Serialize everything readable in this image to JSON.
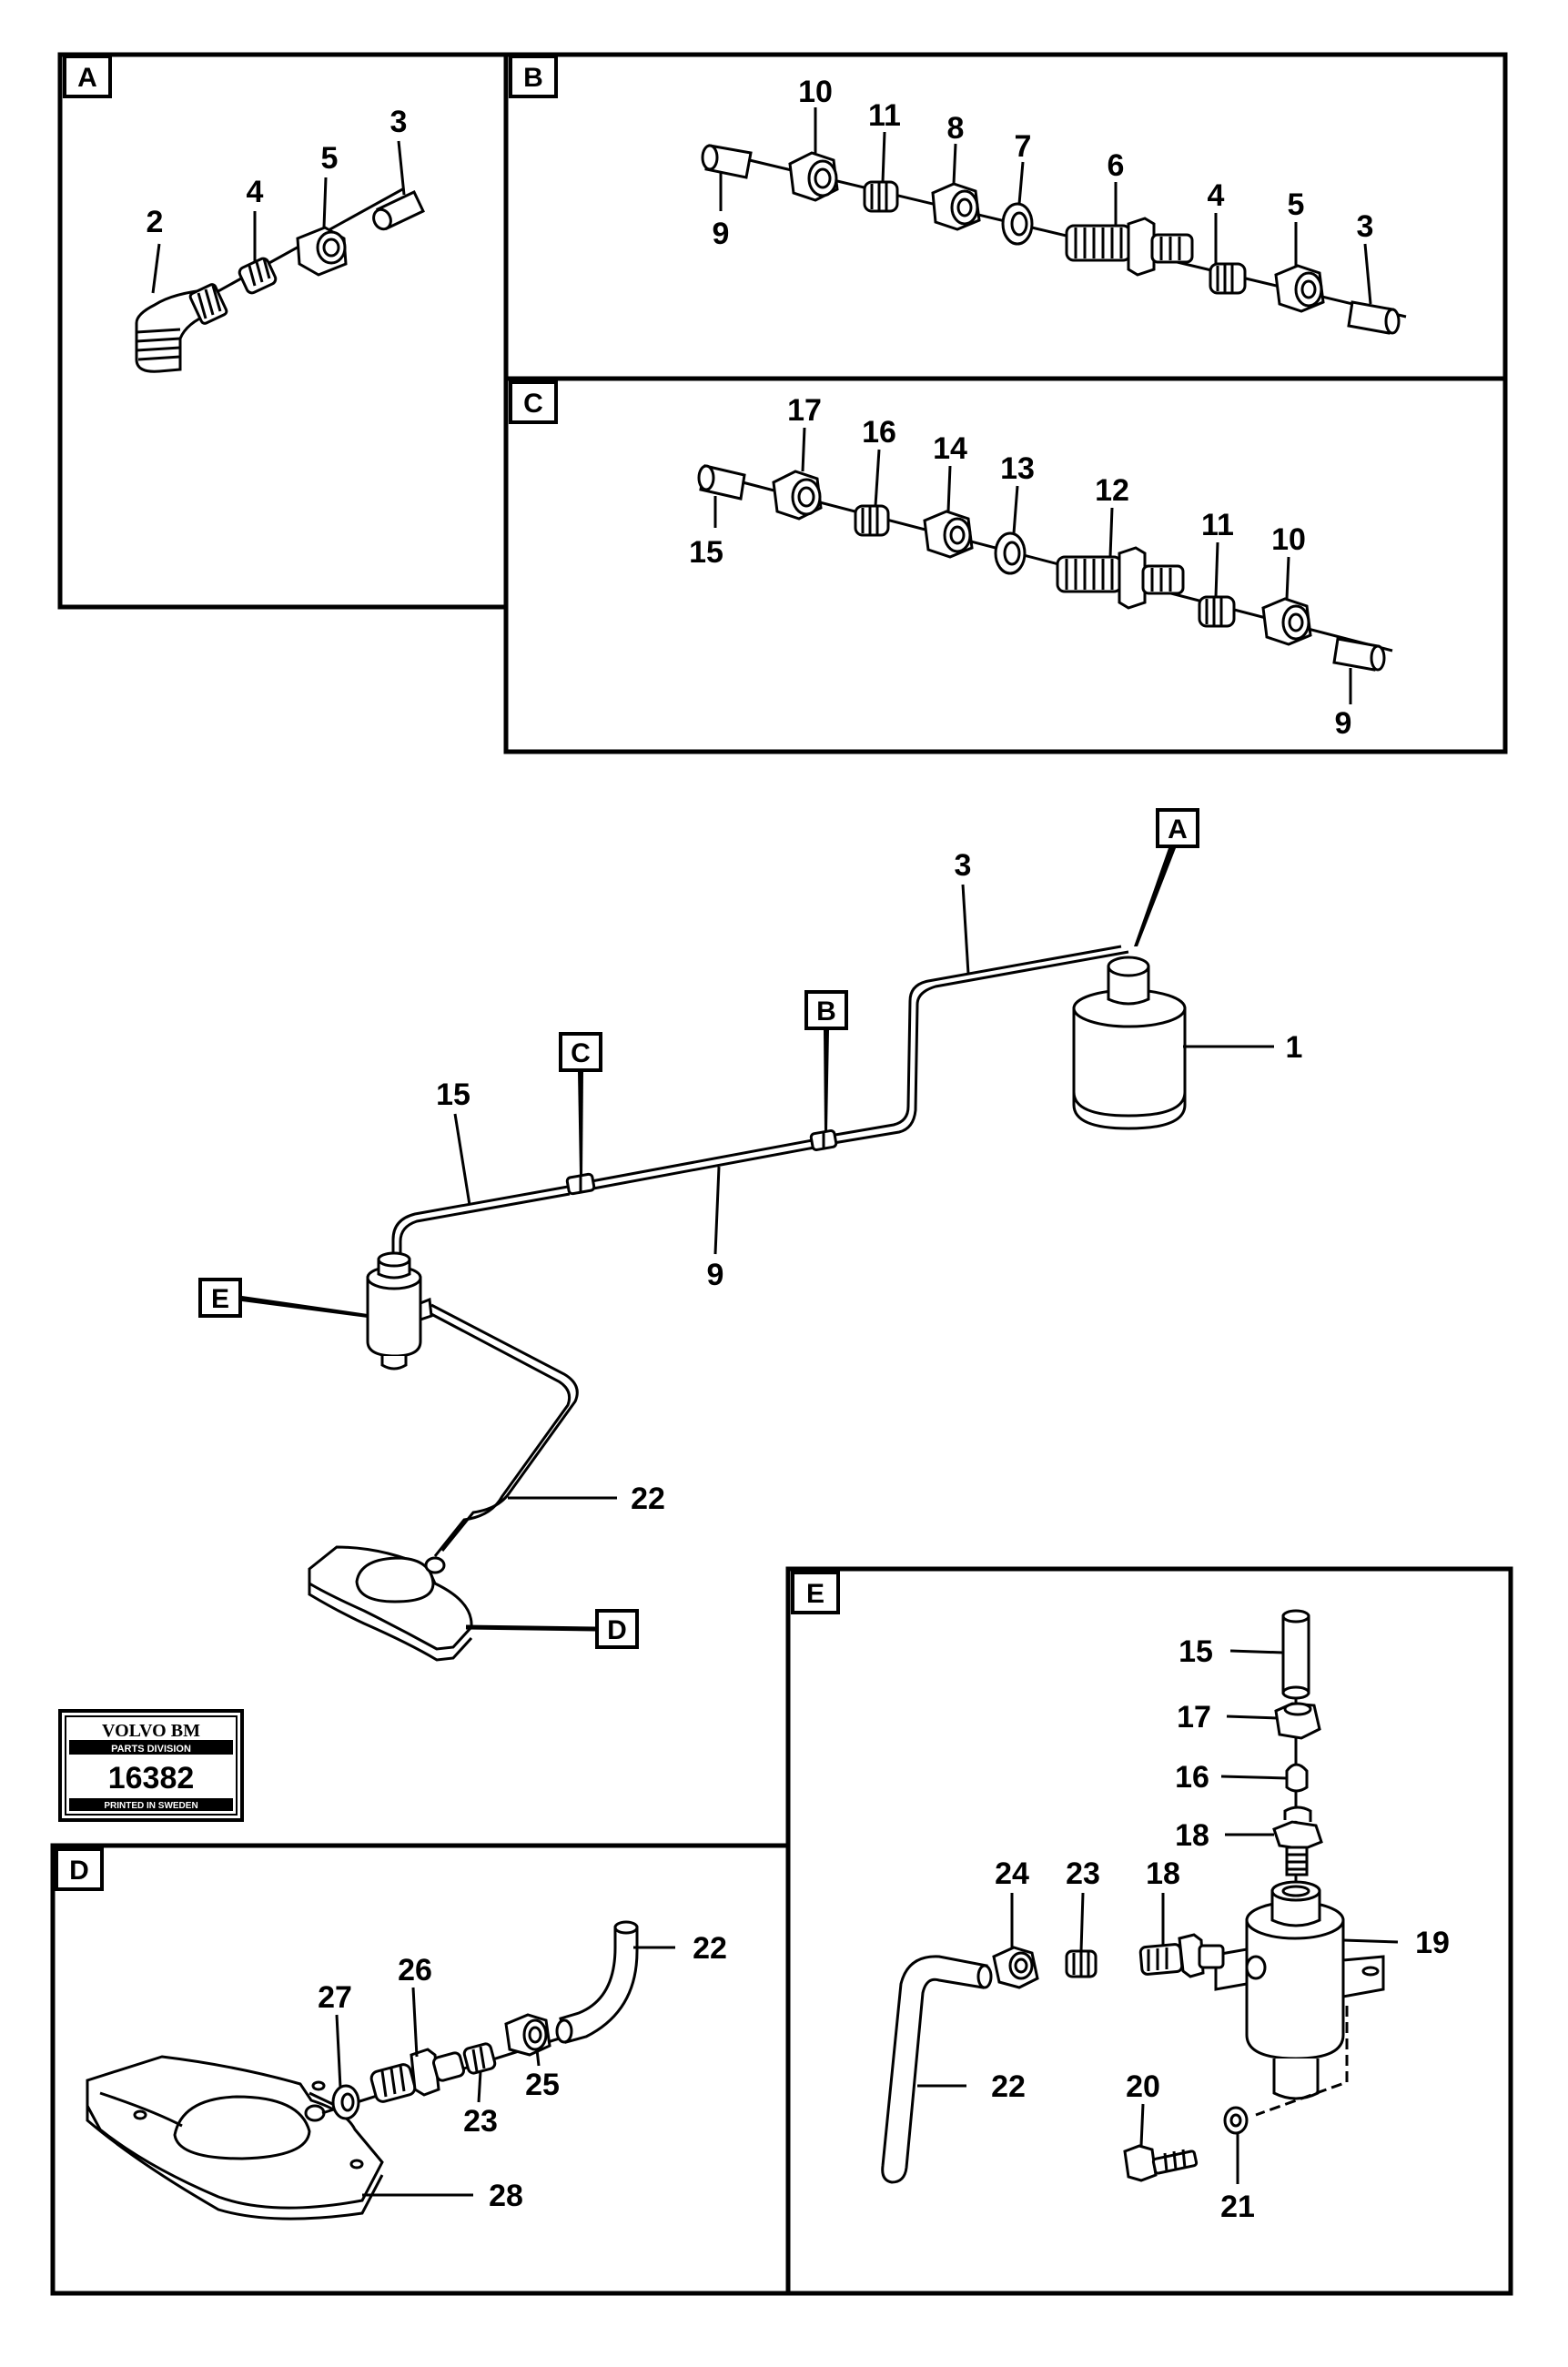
{
  "panels": {
    "A": {
      "letter": "A",
      "labels": {
        "l2": "2",
        "l3": "3",
        "l4": "4",
        "l5": "5"
      }
    },
    "B": {
      "letter": "B",
      "labels": {
        "l3": "3",
        "l4": "4",
        "l5": "5",
        "l6": "6",
        "l7": "7",
        "l8": "8",
        "l9": "9",
        "l10": "10",
        "l11": "11"
      }
    },
    "C": {
      "letter": "C",
      "labels": {
        "l9": "9",
        "l10": "10",
        "l11": "11",
        "l12": "12",
        "l13": "13",
        "l14": "14",
        "l15": "15",
        "l16": "16",
        "l17": "17"
      }
    },
    "D": {
      "letter": "D",
      "labels": {
        "l22": "22",
        "l23": "23",
        "l25": "25",
        "l26": "26",
        "l27": "27",
        "l28": "28"
      }
    },
    "E": {
      "letter": "E",
      "labels": {
        "l15": "15",
        "l16": "16",
        "l17": "17",
        "l18a": "18",
        "l18b": "18",
        "l19": "19",
        "l20": "20",
        "l21": "21",
        "l22": "22",
        "l23": "23",
        "l24": "24"
      }
    }
  },
  "overview": {
    "tags": {
      "A": "A",
      "B": "B",
      "C": "C",
      "D": "D",
      "E": "E"
    },
    "labels": {
      "l1": "1",
      "l3": "3",
      "l9": "9",
      "l15": "15",
      "l22": "22"
    }
  },
  "stamp": {
    "brand": "VOLVO BM",
    "division": "PARTS DIVISION",
    "number": "16382",
    "printed": "PRINTED IN SWEDEN"
  }
}
